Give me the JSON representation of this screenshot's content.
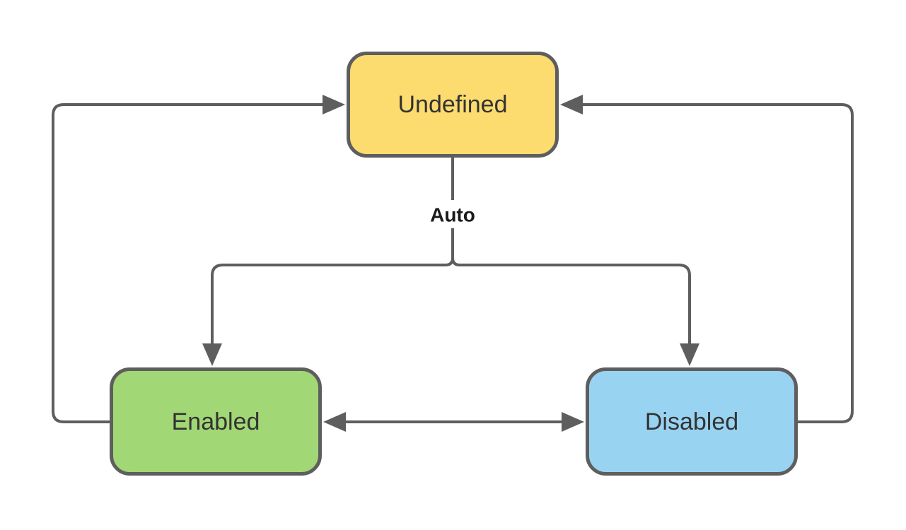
{
  "diagram": {
    "type": "state-diagram",
    "background": "#ffffff",
    "nodes": {
      "undefined": {
        "label": "Undefined",
        "fill": "#FCDB6F"
      },
      "enabled": {
        "label": "Enabled",
        "fill": "#A2D775"
      },
      "disabled": {
        "label": "Disabled",
        "fill": "#99D3F2"
      }
    },
    "edges": {
      "auto_label": "Auto",
      "undefined_to_enabled": "Undefined -> Enabled (Auto branch, arrow into Enabled top)",
      "undefined_to_disabled": "Undefined -> Disabled (Auto branch, arrow into Disabled top)",
      "enabled_to_undefined": "Enabled -> Undefined (left loop, arrow into Undefined left)",
      "disabled_to_undefined": "Disabled -> Undefined (right loop, arrow into Undefined right)",
      "enabled_disabled_bidirectional": "Enabled <-> Disabled (double-headed arrow)"
    },
    "colors": {
      "stroke": "#5E5E5E",
      "node_border": "#5E5E5E",
      "text": "#333333",
      "edge_label_text": "#1a1a1a"
    }
  }
}
